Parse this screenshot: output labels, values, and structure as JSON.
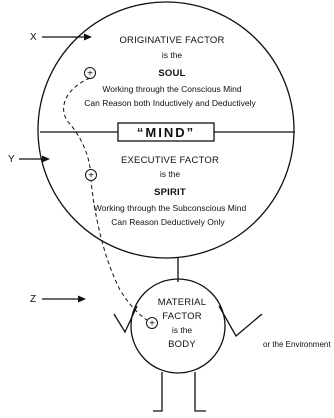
{
  "labels": {
    "x": "X",
    "y": "Y",
    "z": "Z"
  },
  "upper": {
    "title": "ORIGINATIVE FACTOR",
    "is_the": "is the",
    "name": "SOUL",
    "line1": "Working through the Conscious Mind",
    "line2": "Can Reason both Inductively and Deductively"
  },
  "mind": "“MIND”",
  "lower": {
    "title": "EXECUTIVE FACTOR",
    "is_the": "is the",
    "name": "SPIRIT",
    "line1": "Working through the Subconscious Mind",
    "line2": "Can Reason Deductively Only"
  },
  "body": {
    "title1": "MATERIAL",
    "title2": "FACTOR",
    "is_the": "is the",
    "name": "BODY"
  },
  "environment": "or the Environment",
  "plus": "+"
}
